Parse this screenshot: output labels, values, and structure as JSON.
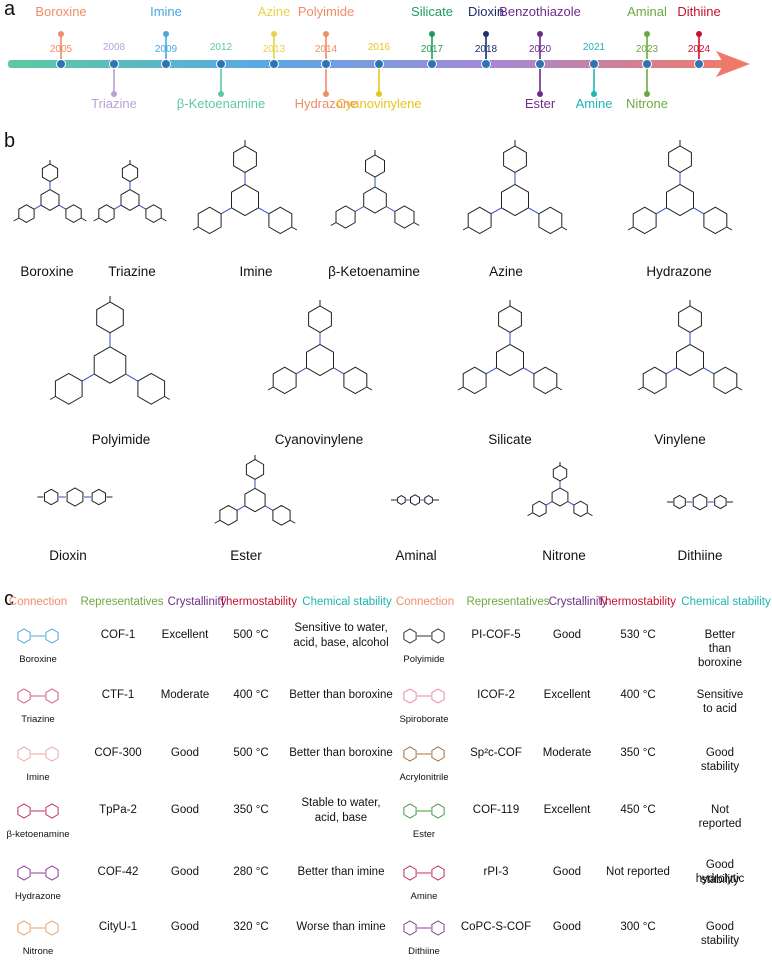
{
  "panel_labels": {
    "a": "a",
    "b": "b",
    "c": "c"
  },
  "timeline": {
    "events": [
      {
        "name": "Boroxine",
        "year": "2005",
        "pos": "top",
        "color": "#F08C66"
      },
      {
        "name": "Triazine",
        "year": "2008",
        "pos": "bottom",
        "color": "#B7A2D8"
      },
      {
        "name": "Imine",
        "year": "2009",
        "pos": "top",
        "color": "#4AA6E0"
      },
      {
        "name": "β-Ketoenamine",
        "year": "2012",
        "pos": "bottom",
        "color": "#5CC9A0"
      },
      {
        "name": "Azine",
        "year": "2013",
        "pos": "top",
        "color": "#E8D24A"
      },
      {
        "name": "Polyimide",
        "year": "2014",
        "pos": "top",
        "color": "#F08C66"
      },
      {
        "name": "Hydrazone",
        "year": "2014",
        "pos": "bottom",
        "color": "#F08C66"
      },
      {
        "name": "Cyanovinylene",
        "year": "2016",
        "pos": "bottom",
        "color": "#E7C51C"
      },
      {
        "name": "Silicate",
        "year": "2017",
        "pos": "top",
        "color": "#1E9E5A"
      },
      {
        "name": "Dioxin",
        "year": "2018",
        "pos": "top",
        "color": "#1E2E6E"
      },
      {
        "name": "Benzothiazole",
        "year": "2020",
        "pos": "top",
        "color": "#6D2C8C"
      },
      {
        "name": "Ester",
        "year": "2020",
        "pos": "bottom",
        "color": "#6D2C8C"
      },
      {
        "name": "Amine",
        "year": "2021",
        "pos": "bottom",
        "color": "#1FB5B5"
      },
      {
        "name": "Aminal",
        "year": "2023",
        "pos": "top",
        "color": "#6BAA3F"
      },
      {
        "name": "Nitrone",
        "year": "2023",
        "pos": "bottom",
        "color": "#6BAA3F"
      },
      {
        "name": "Dithiine",
        "year": "2024",
        "pos": "top",
        "color": "#C8102E"
      }
    ]
  },
  "linkages": [
    "Boroxine",
    "Triazine",
    "Imine",
    "β-Ketoenamine",
    "Azine",
    "Hydrazone",
    "Polyimide",
    "Cyanovinylene",
    "Silicate",
    "Vinylene",
    "Dioxin",
    "Ester",
    "Aminal",
    "Nitrone",
    "Dithiine"
  ],
  "table": {
    "headers": [
      {
        "text": "Connection",
        "color": "#F08C66"
      },
      {
        "text": "Representatives",
        "color": "#6BAA3F"
      },
      {
        "text": "Crystallinity",
        "color": "#6D2C8C"
      },
      {
        "text": "Thermostability",
        "color": "#C8102E"
      },
      {
        "text": "Chemical stability",
        "color": "#1FB5B5"
      }
    ],
    "left_rows": [
      {
        "connection": "Boroxine",
        "representative": "COF-1",
        "crystallinity": "Excellent",
        "thermo": "500 °C",
        "chem": [
          "Sensitive to water,",
          "acid, base, alcohol"
        ],
        "icon_color": "#4AA6E0"
      },
      {
        "connection": "Triazine",
        "representative": "CTF-1",
        "crystallinity": "Moderate",
        "thermo": "400 °C",
        "chem": [
          "Better than boroxine"
        ],
        "icon_color": "#D45A8A"
      },
      {
        "connection": "Imine",
        "representative": "COF-300",
        "crystallinity": "Good",
        "thermo": "500 °C",
        "chem": [
          "Better than boroxine"
        ],
        "icon_color": "#F2A5A5"
      },
      {
        "connection": "β-ketoenamine",
        "representative": "TpPa-2",
        "crystallinity": "Good",
        "thermo": "350 °C",
        "chem": [
          "Stable to water,",
          "acid, base"
        ],
        "icon_color": "#C0305A"
      },
      {
        "connection": "Hydrazone",
        "representative": "COF-42",
        "crystallinity": "Good",
        "thermo": "280 °C",
        "chem": [
          "Better than imine"
        ],
        "icon_color": "#8A3C9A"
      },
      {
        "connection": "Nitrone",
        "representative": "CityU-1",
        "crystallinity": "Good",
        "thermo": "320 °C",
        "chem": [
          "Worse than imine"
        ],
        "icon_color": "#F0A060"
      }
    ],
    "right_rows": [
      {
        "connection": "Polyimide",
        "representative": "PI-COF-5",
        "crystallinity": "Good",
        "thermo": "530 °C",
        "chem": [
          "Better than boroxine"
        ],
        "icon_color": "#333333"
      },
      {
        "connection": "Spiroborate",
        "representative": "ICOF-2",
        "crystallinity": "Excellent",
        "thermo": "400 °C",
        "chem": [
          "Sensitive to acid"
        ],
        "icon_color": "#E88AA0"
      },
      {
        "connection": "Acrylonitrile",
        "representative": "Sp²c-COF",
        "crystallinity": "Moderate",
        "thermo": "350 °C",
        "chem": [
          "Good stability"
        ],
        "icon_color": "#A0703C"
      },
      {
        "connection": "Ester",
        "representative": "COF-119",
        "crystallinity": "Excellent",
        "thermo": "450 °C",
        "chem": [
          "Not reported"
        ],
        "icon_color": "#3C9A3C"
      },
      {
        "connection": "Amine",
        "representative": "rPI-3",
        "crystallinity": "Good",
        "thermo": "Not reported",
        "chem": [
          "Good hydrolytic",
          "stability"
        ],
        "icon_color": "#C0305A"
      },
      {
        "connection": "Dithiine",
        "representative": "CoPC-S-COF",
        "crystallinity": "Good",
        "thermo": "300 °C",
        "chem": [
          "Good stability"
        ],
        "icon_color": "#8A3C9A"
      }
    ]
  }
}
